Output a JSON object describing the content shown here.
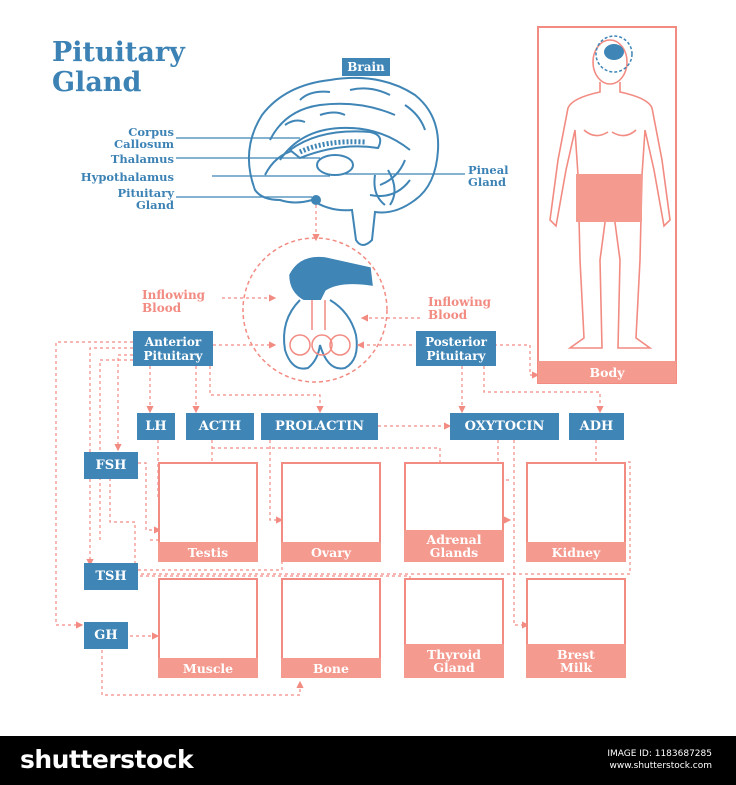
{
  "title": {
    "line1": "Pituitary",
    "line2": "Gland"
  },
  "brain": {
    "label": "Brain",
    "parts": {
      "corpus_callosum": "Corpus\nCallosum",
      "thalamus": "Thalamus",
      "hypothalamus": "Hypothalamus",
      "pituitary_gland": "Pituitary\nGland",
      "pineal_gland": "Pineal\nGland"
    }
  },
  "blood": {
    "left": "Inflowing\nBlood",
    "right": "Inflowing\nBlood"
  },
  "lobes": {
    "anterior": "Anterior\nPituitary",
    "posterior": "Posterior\nPituitary"
  },
  "body_label": "Body",
  "hormones": {
    "lh": "LH",
    "acth": "ACTH",
    "prolactin": "PROLACTIN",
    "oxytocin": "OXYTOCIN",
    "adh": "ADH",
    "fsh": "FSH",
    "tsh": "TSH",
    "gh": "GH"
  },
  "targets": {
    "testis": "Testis",
    "ovary": "Ovary",
    "adrenal": "Adrenal\nGlands",
    "kidney": "Kidney",
    "muscle": "Muscle",
    "bone": "Bone",
    "thyroid": "Thyroid\nGland",
    "breast_milk": "Brest\nMilk"
  },
  "footer": {
    "brand": "shutterstock",
    "image_id": "IMAGE ID: 1183687285",
    "site": "www.shutterstock.com"
  },
  "colors": {
    "blue": "#3f85b6",
    "pink": "#f28b82",
    "pink_fill": "#f49a8f"
  },
  "icons": [
    "brain-icon",
    "body-silhouette-icon",
    "pituitary-icon",
    "testis-icon",
    "ovary-icon",
    "adrenal-icon",
    "kidney-icon",
    "dumbbell-icon",
    "bone-icon",
    "thyroid-icon",
    "breast-icon"
  ]
}
